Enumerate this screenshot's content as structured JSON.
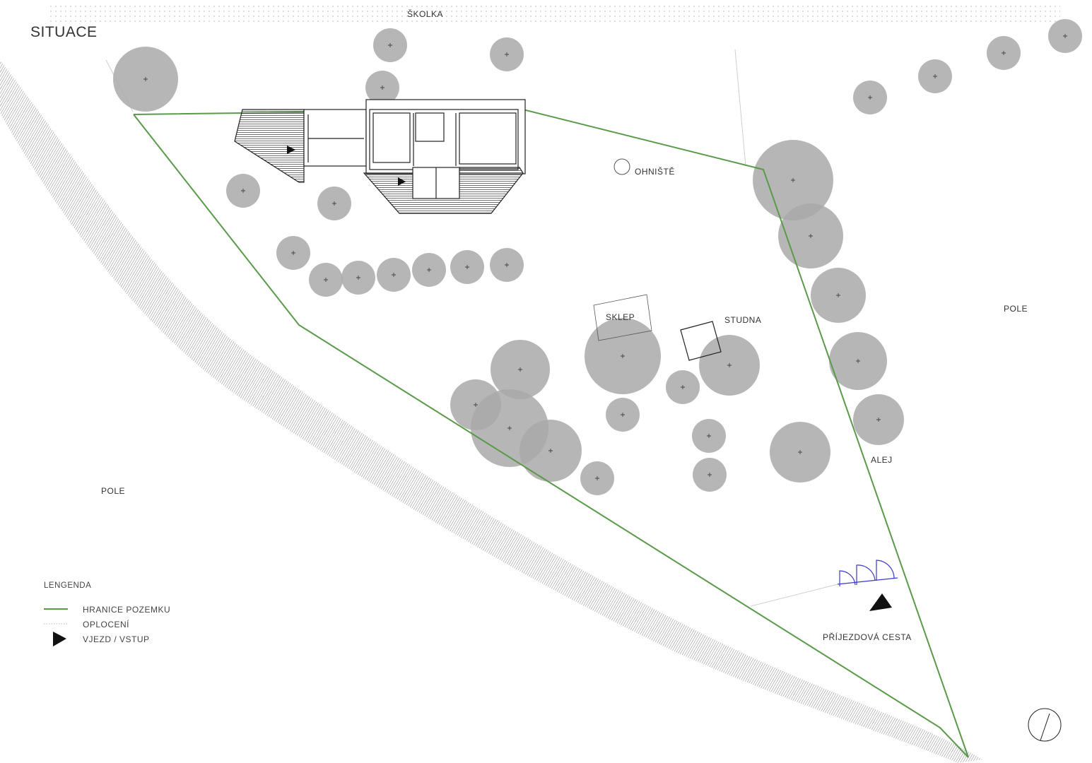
{
  "title": "SITUACE",
  "labels": {
    "skolka": "ŠKOLKA",
    "ohniste": "OHNIŠTĚ",
    "sklep": "SKLEP",
    "studna": "STUDNA",
    "pole_right": "POLE",
    "pole_left": "POLE",
    "alej": "ALEJ",
    "prijezdova_cesta": "PŘÍJEZDOVÁ CESTA"
  },
  "legend": {
    "title": "LENGENDA",
    "items": [
      {
        "symbol": "green-line",
        "label": "HRANICE POZEMKU"
      },
      {
        "symbol": "dotted-line",
        "label": "OPLOCENÍ"
      },
      {
        "symbol": "black-triangle",
        "label": "VJEZD / VSTUP"
      }
    ]
  },
  "colors": {
    "boundary": "#5a9a4a",
    "tree": "#a9a9a9",
    "fence": "#c8c8c8",
    "gate": "#3a3acc",
    "road_hatch": "#9a9a9a",
    "line": "#222222"
  }
}
